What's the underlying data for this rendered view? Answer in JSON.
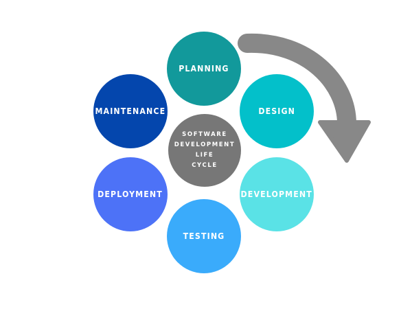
{
  "colors": {
    "background": "#ffffff",
    "arrow": "#888888",
    "planning": "#12999b",
    "design": "#03c0ca",
    "development": "#5ae2e6",
    "testing": "#3aabfb",
    "deployment": "#4d72f7",
    "maintenance": "#0446ad",
    "center": "#777777",
    "text": "#ffffff"
  },
  "icons": {
    "cycle_arrow": "curved-arrow-icon"
  },
  "center": {
    "lines": [
      "SOFTWARE",
      "DEVELOPMENT",
      "LIFE",
      "CYCLE"
    ]
  },
  "phases": {
    "planning": "PLANNING",
    "design": "DESIGN",
    "development": "DEVELOPMENT",
    "testing": "TESTING",
    "deployment": "DEPLOYMENT",
    "maintenance": "MAINTENANCE"
  }
}
